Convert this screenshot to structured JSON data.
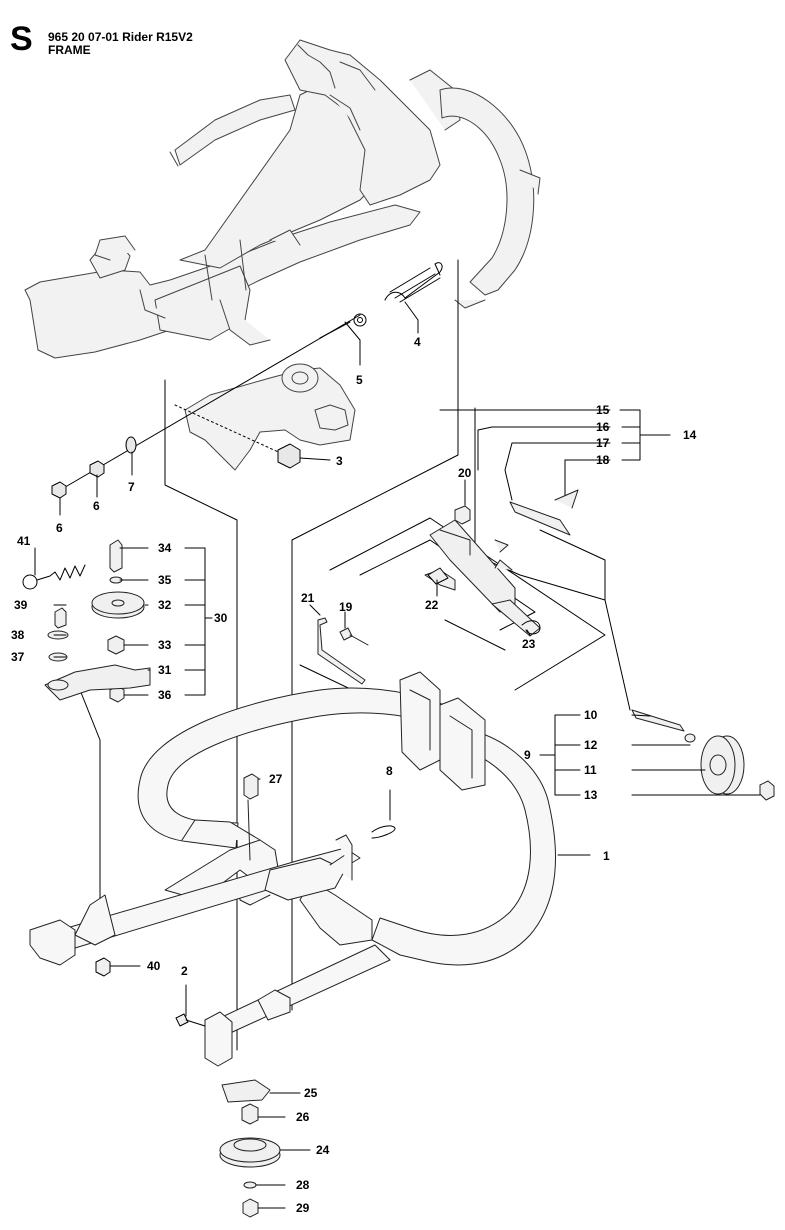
{
  "header": {
    "section_letter": "S",
    "model_line": "965 20 07-01 Rider R15V2",
    "title": "FRAME"
  },
  "callouts": [
    "1",
    "2",
    "3",
    "4",
    "5",
    "6",
    "6",
    "7",
    "8",
    "9",
    "10",
    "11",
    "12",
    "13",
    "14",
    "15",
    "16",
    "17",
    "18",
    "19",
    "20",
    "21",
    "22",
    "23",
    "24",
    "25",
    "26",
    "27",
    "28",
    "29",
    "30",
    "31",
    "32",
    "33",
    "34",
    "35",
    "36",
    "37",
    "38",
    "39",
    "40",
    "41"
  ]
}
